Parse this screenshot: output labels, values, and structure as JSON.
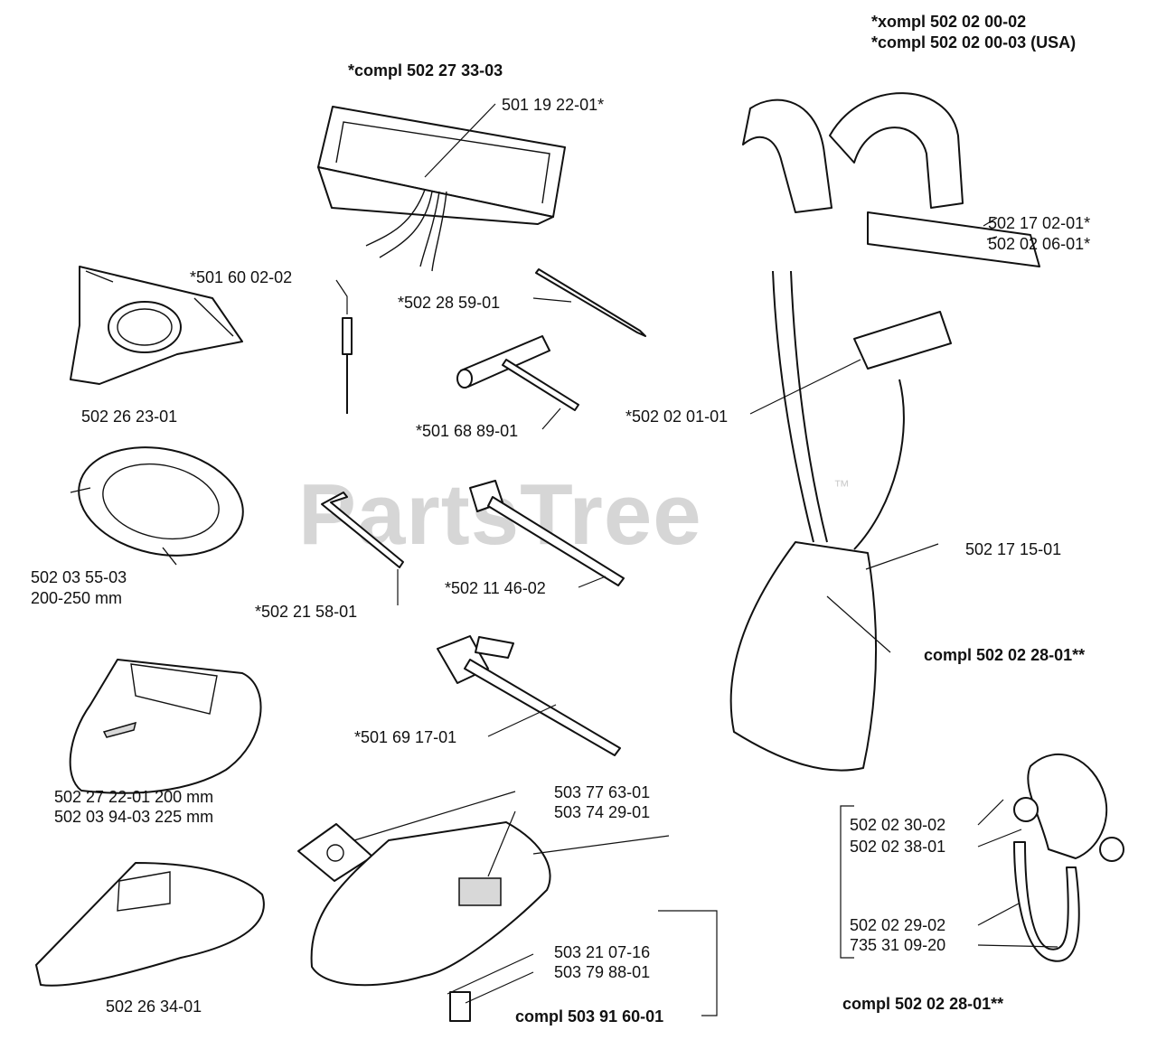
{
  "watermark": {
    "text": "PartsTree",
    "tm": "™"
  },
  "headings": {
    "harness_kit_1": "*xompl 502 02 00-02",
    "harness_kit_2": "*compl 502 02 00-03 (USA)",
    "bag_kit": "*compl 502 27 33-03"
  },
  "labels": {
    "bag": "501 19 22-01*",
    "pin": "*501 60 02-02",
    "file": "*502 28 59-01",
    "hub": "502 26 23-01",
    "t_wrench": "*501 68 89-01",
    "ring": "502 03 55-03",
    "ring_size": "200-250 mm",
    "hex_key": "*502 21 58-01",
    "socket_wrench": "*502 11 46-02",
    "guard_1": "502 27 22-01 200 mm",
    "guard_2": "502 03 94-03 225 mm",
    "combi_wrench": "*501 69 17-01",
    "shield": "502 26 34-01",
    "guard_kit_a": "503 77 63-01",
    "guard_kit_b": "503 74 29-01",
    "guard_kit_c": "503 21 07-16",
    "guard_kit_d": "503 79 88-01",
    "guard_kit": "compl 503 91 60-01",
    "harness_a": "502 17 02-01*",
    "harness_b": "502 02 06-01*",
    "harness_c": "*502 02 01-01",
    "hip_pad": "502 17 15-01",
    "hip_pad_kit": "compl 502 02 28-01**",
    "hook_a": "502 02 30-02",
    "hook_b": "502 02 38-01",
    "hook_c": "502 02 29-02",
    "hook_d": "735 31 09-20",
    "hook_kit": "compl 502 02 28-01**"
  }
}
